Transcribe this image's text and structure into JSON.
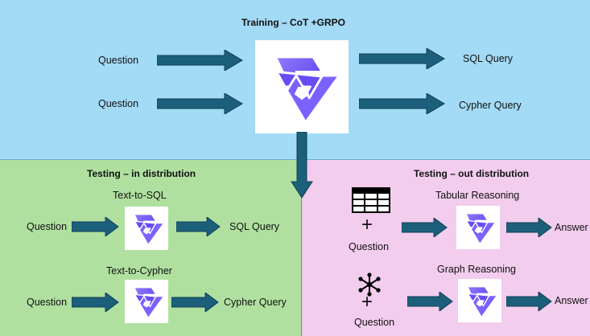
{
  "top": {
    "title": "Training – CoT +GRPO",
    "question_1": "Question",
    "question_2": "Question",
    "output_1": "SQL Query",
    "output_2": "Cypher Query"
  },
  "in_distribution": {
    "title": "Testing – in distribution",
    "task_1": {
      "label": "Text-to-SQL",
      "input": "Question",
      "output": "SQL Query"
    },
    "task_2": {
      "label": "Text-to-Cypher",
      "input": "Question",
      "output": "Cypher Query"
    }
  },
  "out_distribution": {
    "title": "Testing – out distribution",
    "task_1": {
      "label": "Tabular Reasoning",
      "plus": "+",
      "input": "Question",
      "output": "Answer",
      "icon": "table-grid-icon"
    },
    "task_2": {
      "label": "Graph Reasoning",
      "plus": "+",
      "input": "Question",
      "output": "Answer",
      "icon": "graph-network-icon"
    }
  },
  "colors": {
    "top_panel": "#a3daf5",
    "in_distribution_panel": "#b0e0a0",
    "out_distribution_panel": "#f2cdee",
    "arrow_fill": "#1c5f7a",
    "logo_purple": "#6b4cf6"
  }
}
